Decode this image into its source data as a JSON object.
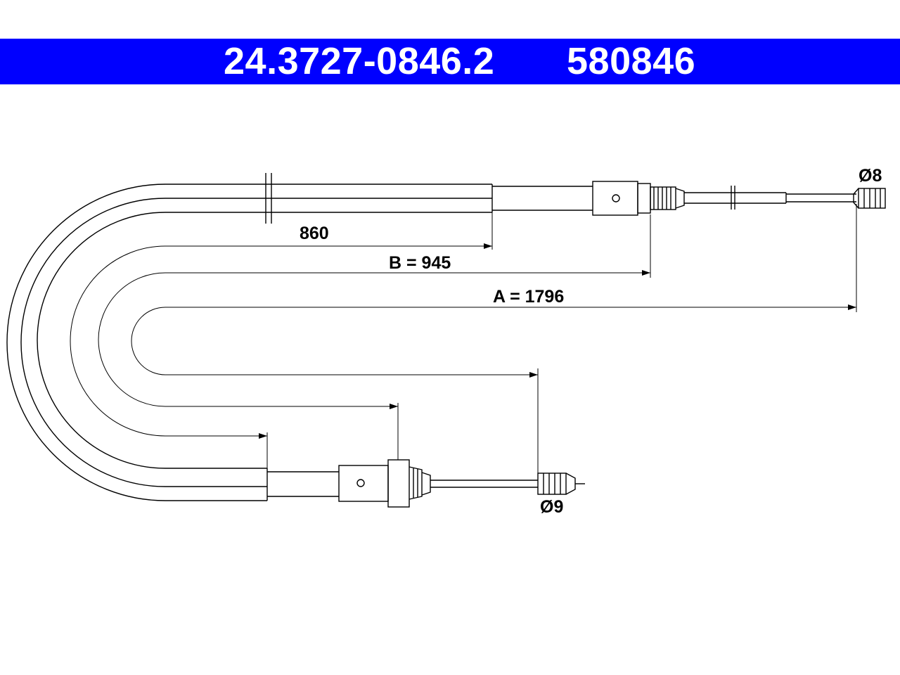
{
  "header": {
    "part_number": "24.3727-0846.2",
    "ref_number": "580846",
    "background_color": "#0000ff",
    "text_color": "#ffffff"
  },
  "dimensions": {
    "segment_label": "860",
    "b_label": "B = 945",
    "a_label": "A = 1796",
    "top_end_diameter": "Ø8",
    "bottom_end_diameter": "Ø9"
  },
  "colors": {
    "line": "#000000",
    "background": "#ffffff"
  }
}
